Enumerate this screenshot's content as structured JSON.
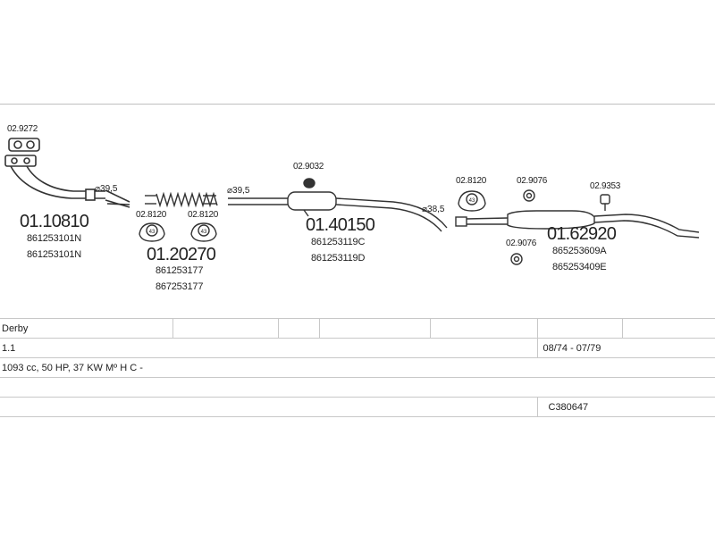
{
  "parts": {
    "p1": {
      "code": "01.10810",
      "refs": [
        "861253101N",
        "861253101N"
      ],
      "gasket": "02.9272",
      "diameter": "⌀39,5"
    },
    "p2": {
      "code": "01.20270",
      "refs": [
        "861253177",
        "867253177"
      ],
      "gasket_left": "02.8120",
      "gasket_right": "02.8120",
      "gasket_left_value": "43",
      "gasket_right_value": "43",
      "diameter": "⌀39,5"
    },
    "p3": {
      "code": "01.40150",
      "refs": [
        "861253119C",
        "861253119D"
      ],
      "mount": "02.9032",
      "diameter": "⌀38,5"
    },
    "p4": {
      "code": "01.62920",
      "refs": [
        "865253609A",
        "865253409E"
      ],
      "gasket": "02.8120",
      "gasket_value": "43",
      "mount_top": "02.9076",
      "mount_bottom": "02.9076",
      "clamp": "02.9353"
    }
  },
  "info": {
    "model": "Derby",
    "engine": "1.1",
    "years": "08/74 - 07/79",
    "specs": "1093 cc, 50 HP, 37 KW Mº H C -",
    "catalog": "C380647"
  }
}
